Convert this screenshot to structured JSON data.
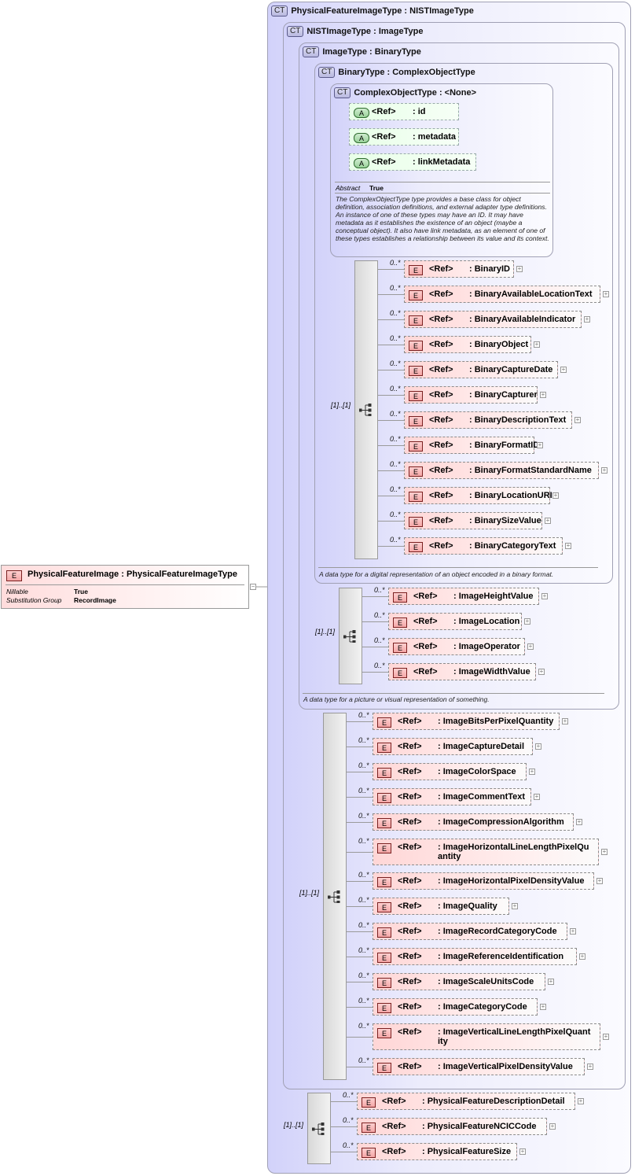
{
  "root": {
    "badge": "E",
    "title": "PhysicalFeatureImage : PhysicalFeatureImageType",
    "props": [
      {
        "key": "Nillable",
        "value": "True"
      },
      {
        "key": "Substitution Group",
        "value": "RecordImage"
      }
    ],
    "collapse": "−"
  },
  "types": [
    {
      "title": "PhysicalFeatureImageType : NISTImageType",
      "badge": "CT"
    },
    {
      "title": "NISTImageType : ImageType",
      "badge": "CT"
    },
    {
      "title": "ImageType : BinaryType",
      "badge": "CT"
    },
    {
      "title": "BinaryType : ComplexObjectType",
      "badge": "CT"
    },
    {
      "title": "ComplexObjectType : <None>",
      "badge": "CT"
    }
  ],
  "complexObject": {
    "attributes": [
      {
        "badge": "A",
        "ref": "<Ref>",
        "name": ": id"
      },
      {
        "badge": "A",
        "ref": "<Ref>",
        "name": ": metadata"
      },
      {
        "badge": "A",
        "ref": "<Ref>",
        "name": ": linkMetadata"
      }
    ],
    "abstract": {
      "key": "Abstract",
      "value": "True"
    },
    "doc": "The ComplexObjectType type provides a base class for object definition, association definitions, and external adapter type definitions. An instance of one of these types may have an ID. It may have metadata as it establishes the existence of an object (maybe a conceptual object). It also have link metadata, as an element of one of these types establishes a relationship between its value and its context."
  },
  "binary": {
    "seq_mult": "[1]..[1]",
    "elements": [
      {
        "mult": "0..*",
        "ref": "<Ref>",
        "name": ": BinaryID"
      },
      {
        "mult": "0..*",
        "ref": "<Ref>",
        "name": ": BinaryAvailableLocationText"
      },
      {
        "mult": "0..*",
        "ref": "<Ref>",
        "name": ": BinaryAvailableIndicator"
      },
      {
        "mult": "0..*",
        "ref": "<Ref>",
        "name": ": BinaryObject"
      },
      {
        "mult": "0..*",
        "ref": "<Ref>",
        "name": ": BinaryCaptureDate"
      },
      {
        "mult": "0..*",
        "ref": "<Ref>",
        "name": ": BinaryCapturer"
      },
      {
        "mult": "0..*",
        "ref": "<Ref>",
        "name": ": BinaryDescriptionText"
      },
      {
        "mult": "0..*",
        "ref": "<Ref>",
        "name": ": BinaryFormatID"
      },
      {
        "mult": "0..*",
        "ref": "<Ref>",
        "name": ": BinaryFormatStandardName"
      },
      {
        "mult": "0..*",
        "ref": "<Ref>",
        "name": ": BinaryLocationURI"
      },
      {
        "mult": "0..*",
        "ref": "<Ref>",
        "name": ": BinarySizeValue"
      },
      {
        "mult": "0..*",
        "ref": "<Ref>",
        "name": ": BinaryCategoryText"
      }
    ],
    "doc": "A data type for a digital representation of an object encoded in a binary format."
  },
  "image": {
    "seq_mult": "[1]..[1]",
    "elements": [
      {
        "mult": "0..*",
        "ref": "<Ref>",
        "name": ": ImageHeightValue"
      },
      {
        "mult": "0..*",
        "ref": "<Ref>",
        "name": ": ImageLocation"
      },
      {
        "mult": "0..*",
        "ref": "<Ref>",
        "name": ": ImageOperator"
      },
      {
        "mult": "0..*",
        "ref": "<Ref>",
        "name": ": ImageWidthValue"
      }
    ],
    "doc": "A data type for a picture or visual representation of something."
  },
  "nist": {
    "seq_mult": "[1]..[1]",
    "elements": [
      {
        "mult": "0..*",
        "ref": "<Ref>",
        "name": ": ImageBitsPerPixelQuantity"
      },
      {
        "mult": "0..*",
        "ref": "<Ref>",
        "name": ": ImageCaptureDetail"
      },
      {
        "mult": "0..*",
        "ref": "<Ref>",
        "name": ": ImageColorSpace"
      },
      {
        "mult": "0..*",
        "ref": "<Ref>",
        "name": ": ImageCommentText"
      },
      {
        "mult": "0..*",
        "ref": "<Ref>",
        "name": ": ImageCompressionAlgorithm"
      },
      {
        "mult": "0..*",
        "ref": "<Ref>",
        "name": ": ImageHorizontalLineLengthPixelQu\nantity"
      },
      {
        "mult": "0..*",
        "ref": "<Ref>",
        "name": ": ImageHorizontalPixelDensityValue"
      },
      {
        "mult": "0..*",
        "ref": "<Ref>",
        "name": ": ImageQuality"
      },
      {
        "mult": "0..*",
        "ref": "<Ref>",
        "name": ": ImageRecordCategoryCode"
      },
      {
        "mult": "0..*",
        "ref": "<Ref>",
        "name": ": ImageReferenceIdentification"
      },
      {
        "mult": "0..*",
        "ref": "<Ref>",
        "name": ": ImageScaleUnitsCode"
      },
      {
        "mult": "0..*",
        "ref": "<Ref>",
        "name": ": ImageCategoryCode"
      },
      {
        "mult": "0..*",
        "ref": "<Ref>",
        "name": ": ImageVerticalLineLengthPixelQuant\nity"
      },
      {
        "mult": "0..*",
        "ref": "<Ref>",
        "name": ": ImageVerticalPixelDensityValue"
      }
    ]
  },
  "physical": {
    "seq_mult": "[1]..[1]",
    "elements": [
      {
        "mult": "0..*",
        "ref": "<Ref>",
        "name": ": PhysicalFeatureDescriptionDetail"
      },
      {
        "mult": "0..*",
        "ref": "<Ref>",
        "name": ": PhysicalFeatureNCICCode"
      },
      {
        "mult": "0..*",
        "ref": "<Ref>",
        "name": ": PhysicalFeatureSize"
      }
    ]
  },
  "ebadge": "E",
  "plus": "+"
}
